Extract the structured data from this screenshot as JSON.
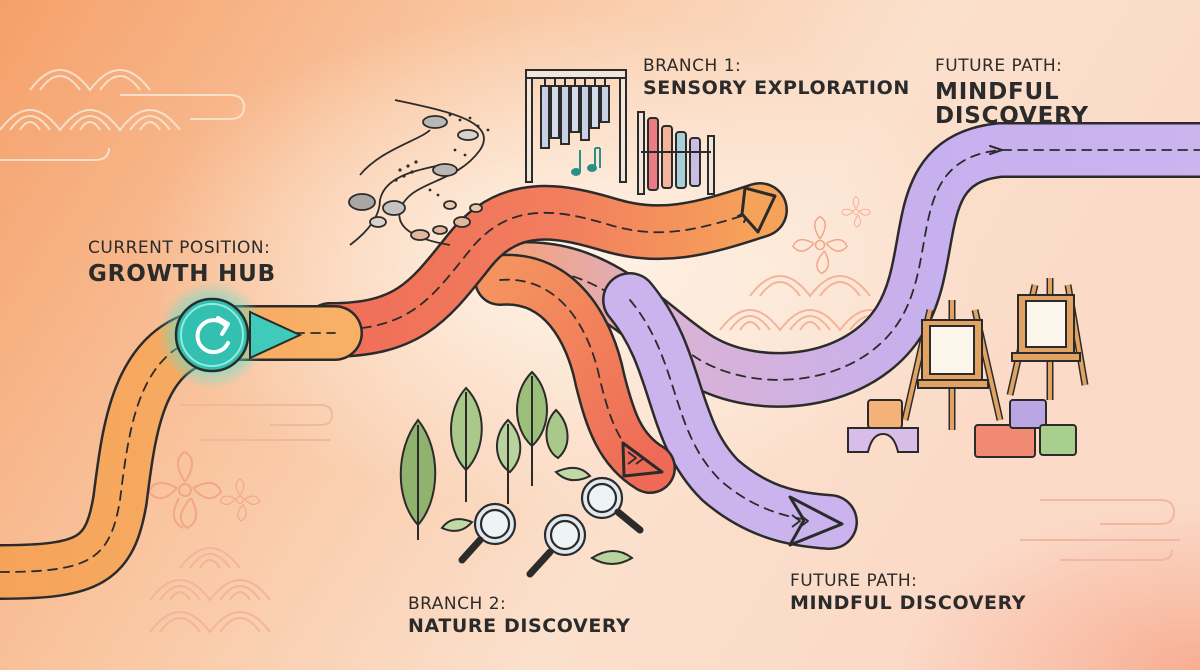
{
  "labels": {
    "current": {
      "sub": "CURRENT POSITION:",
      "main": "GROWTH HUB"
    },
    "branch1": {
      "sub": "BRANCH 1:",
      "main": "SENSORY EXPLORATION"
    },
    "branch2": {
      "sub": "BRANCH 2:",
      "main": "NATURE DISCOVERY"
    },
    "future_top": {
      "sub": "FUTURE PATH:",
      "main1": "MINDFUL",
      "main2": "DISCOVERY"
    },
    "future_bottom": {
      "sub": "FUTURE PATH:",
      "main": "MINDFUL DISCOVERY"
    }
  },
  "icons": {
    "hub": "refresh-cycle-icon",
    "branch1_art": [
      "stone-path-icon",
      "wind-chimes-icon",
      "xylophone-icon",
      "music-note-icon"
    ],
    "branch2_art": [
      "leaf-plants-icon",
      "magnifying-glass-icon"
    ],
    "future_art": [
      "easel-icon",
      "play-blocks-icon"
    ],
    "decor": [
      "cherry-blossom-icon",
      "wave-pattern-icon",
      "cloud-swirl-icon"
    ]
  },
  "colors": {
    "background_left": "#f6a76f",
    "background_right": "#fbe1c9",
    "path_orange": "#f5a35e",
    "path_coral": "#ef7a5c",
    "path_lavender": "#c9b3ee",
    "hub_teal": "#33c4b4",
    "outline": "#2b2b2b"
  }
}
